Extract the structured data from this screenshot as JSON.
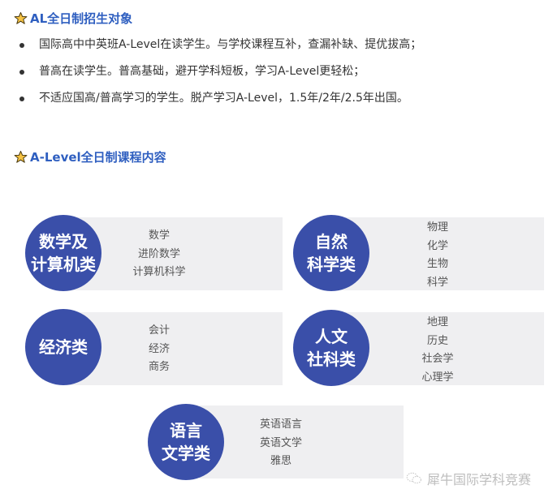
{
  "section1": {
    "icon": "star-icon",
    "title": "AL全日制招生对象",
    "bullets": [
      "国际高中中英班A-Level在读学生。与学校课程互补，查漏补缺、提优拔高；",
      "普高在读学生。普高基础，避开学科短板，学习A-Level更轻松；",
      "不适应国高/普高学习的学生。脱产学习A-Level，1.5年/2年/2.5年出国。"
    ]
  },
  "section2": {
    "icon": "star-icon",
    "title": "A-Level全日制课程内容",
    "categories": [
      {
        "name_lines": [
          "数学及",
          "计算机类"
        ],
        "subjects": [
          "数学",
          "进阶数学",
          "计算机科学"
        ]
      },
      {
        "name_lines": [
          "自然",
          "科学类"
        ],
        "subjects": [
          "物理",
          "化学",
          "生物",
          "科学"
        ]
      },
      {
        "name_lines": [
          "经济类"
        ],
        "subjects": [
          "会计",
          "经济",
          "商务"
        ]
      },
      {
        "name_lines": [
          "人文",
          "社科类"
        ],
        "subjects": [
          "地理",
          "历史",
          "社会学",
          "心理学"
        ]
      },
      {
        "name_lines": [
          "语言",
          "文学类"
        ],
        "subjects": [
          "英语语言",
          "英语文学",
          "雅思"
        ]
      }
    ]
  },
  "watermark": {
    "icon": "wechat-icon",
    "text": "犀牛国际学科竞赛"
  },
  "colors": {
    "heading": "#2f5fc0",
    "circle": "#3a4fa9",
    "card": "#efeff1",
    "star": "#f5c242"
  }
}
